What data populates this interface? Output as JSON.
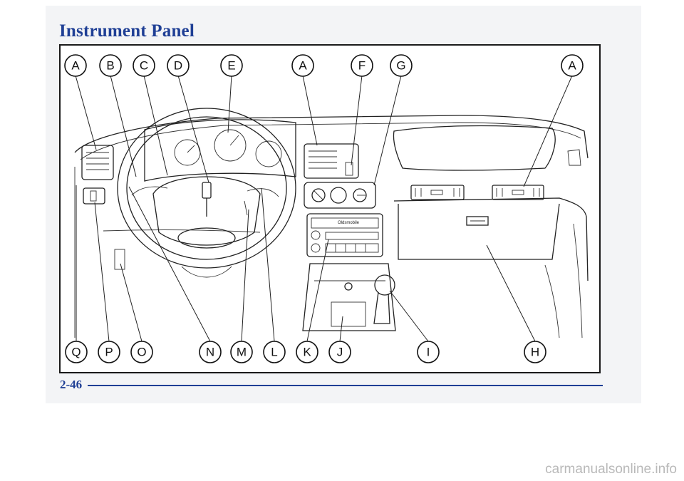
{
  "document": {
    "title": "Instrument Panel",
    "page_number": "2-46",
    "watermark": "carmanualsonline.info"
  },
  "callouts": {
    "top": [
      "A",
      "B",
      "C",
      "D",
      "E",
      "A",
      "F",
      "G",
      "A"
    ],
    "bottom": [
      "Q",
      "P",
      "O",
      "N",
      "M",
      "L",
      "K",
      "J",
      "I",
      "H"
    ]
  },
  "radio": {
    "brand": "Oldsmobile"
  },
  "colors": {
    "heading": "#1f3f95",
    "rule": "#1f3f95",
    "ink": "#1a1a1a"
  }
}
